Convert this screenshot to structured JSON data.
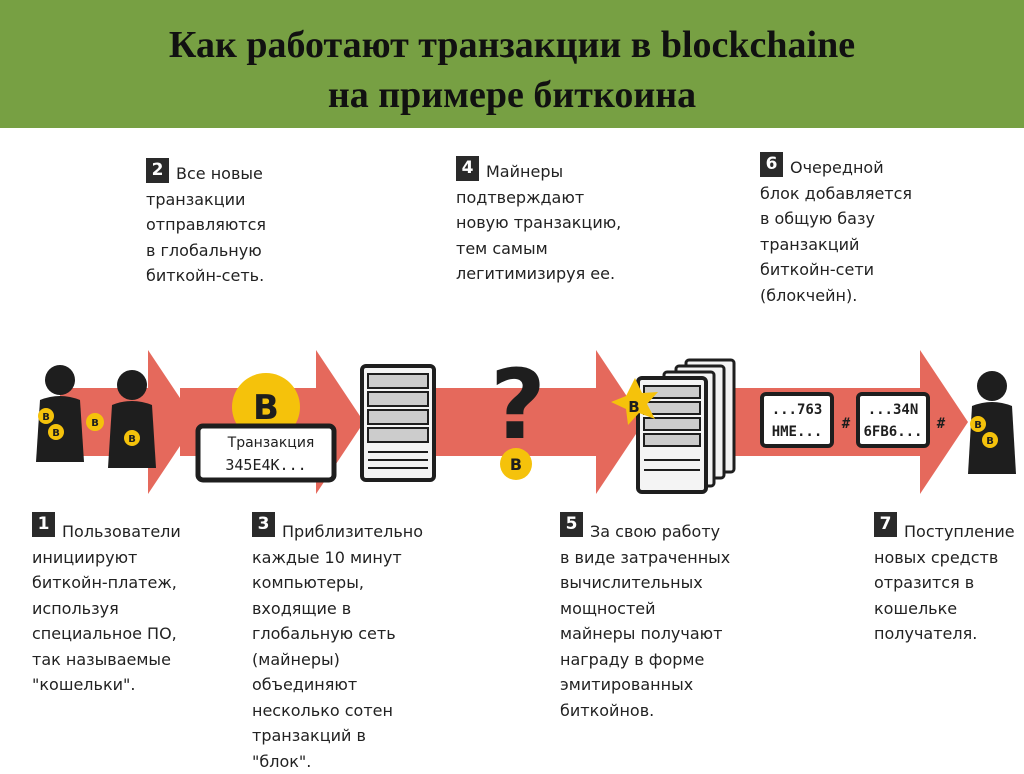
{
  "title": {
    "line1": "Как работают транзакции в blockchaine",
    "line2": "на примере биткоина"
  },
  "colors": {
    "banner": "#77a043",
    "arrow": "#e5695c",
    "coin": "#f5c20b",
    "dark": "#1e1e1e"
  },
  "steps": [
    {
      "num": "1",
      "text": "Пользователи\nинициируют\nбиткойн-платеж,\nиспользуя\nспециальное ПО,\nтак называемые\n\"кошельки\"."
    },
    {
      "num": "2",
      "text": "Все новые\nтранзакции\nотправляются\nв глобальную\nбиткойн-сеть."
    },
    {
      "num": "3",
      "text": "Приблизительно\nкаждые 10 минут\nкомпьютеры,\nвходящие в\nглобальную сеть\n(майнеры)\nобъединяют\nнесколько сотен\nтранзакций в\n\"блок\"."
    },
    {
      "num": "4",
      "text": "Майнеры\nподтверждают\nновую транзакцию,\nтем самым\nлегитимизируя ее."
    },
    {
      "num": "5",
      "text": "За свою работу\nв виде затраченных\nвычислительных\nмощностей\nмайнеры получают\nнаграду в форме\nэмитированных\nбиткойнов."
    },
    {
      "num": "6",
      "text": "Очередной\nблок добавляется\nв общую базу\nтранзакций\nбиткойн-сети\n(блокчейн)."
    },
    {
      "num": "7",
      "text": "Поступление\nновых средств\nотразится в\nкошельке\nполучателя."
    }
  ],
  "diagram": {
    "coin_symbol": "B",
    "question_mark": "?",
    "hash_symbol": "#",
    "transaction": {
      "label": "Транзакция",
      "code": "345E4K..."
    },
    "block1": {
      "line1": "...763",
      "line2": "HME..."
    },
    "block2": {
      "line1": "...34N",
      "line2": "6FB6..."
    }
  },
  "icons": [
    "person-icon",
    "coin-icon",
    "server-icon",
    "question-icon",
    "star-burst-icon",
    "block-icon"
  ]
}
